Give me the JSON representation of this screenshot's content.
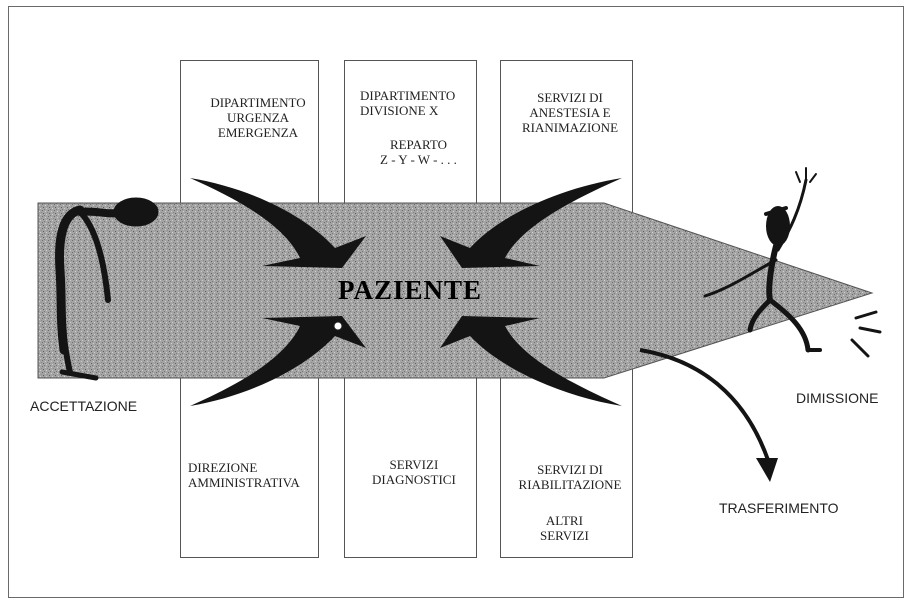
{
  "departments": {
    "urgenza": "DIPARTIMENTO\nURGENZA\nEMERGENZA",
    "divisione": "DIPARTIMENTO\nDIVISIONE X",
    "reparto": "REPARTO\nZ - Y - W - . . .",
    "anestesia": "SERVIZI DI\nANESTESIA E\nRIANIMAZIONE",
    "direzione": "DIREZIONE\nAMMINISTRATIVA",
    "diagnostici": "SERVIZI\nDIAGNOSTICI",
    "riabilitazione": "SERVIZI DI\nRIABILITAZIONE",
    "altri": "ALTRI\nSERVIZI"
  },
  "center_label": "PAZIENTE",
  "labels": {
    "accettazione": "ACCETTAZIONE",
    "dimissione": "DIMISSIONE",
    "trasferimento": "TRASFERIMENTO"
  },
  "colors": {
    "band": "#a0a0a0",
    "arrows": "#141414",
    "text": "#222222"
  }
}
